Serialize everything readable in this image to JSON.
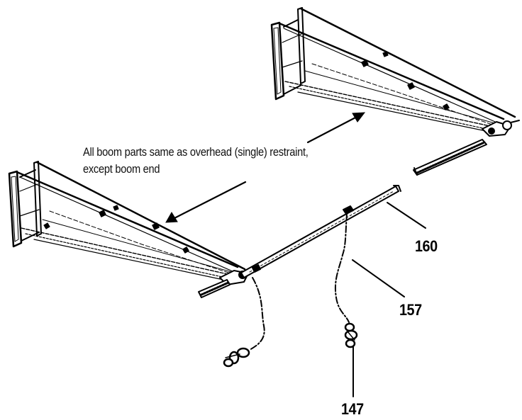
{
  "annotation": {
    "line1": "All boom parts same as overhead (single) restraint,",
    "line2": "except boom end"
  },
  "callouts": {
    "part_160": "160",
    "part_157": "157",
    "part_147": "147"
  },
  "colors": {
    "ink": "#000000",
    "background": "#ffffff"
  }
}
